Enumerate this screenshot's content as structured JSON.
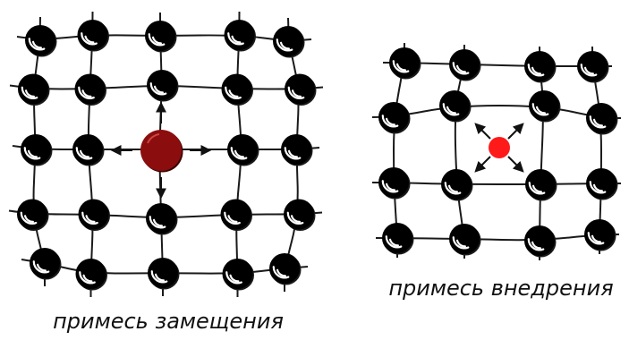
{
  "diagram": {
    "left_panel": {
      "caption": "примесь замещения",
      "impurity_type": "substitutional",
      "lattice_size": 5,
      "impurity_color": "#8b0d0d"
    },
    "right_panel": {
      "caption": "примесь внедрения",
      "impurity_type": "interstitial",
      "lattice_size": 4,
      "impurity_color": "#ff1a1a"
    },
    "colors": {
      "atom": "#000000",
      "bond": "#1a1a1a",
      "background": "#ffffff"
    }
  }
}
